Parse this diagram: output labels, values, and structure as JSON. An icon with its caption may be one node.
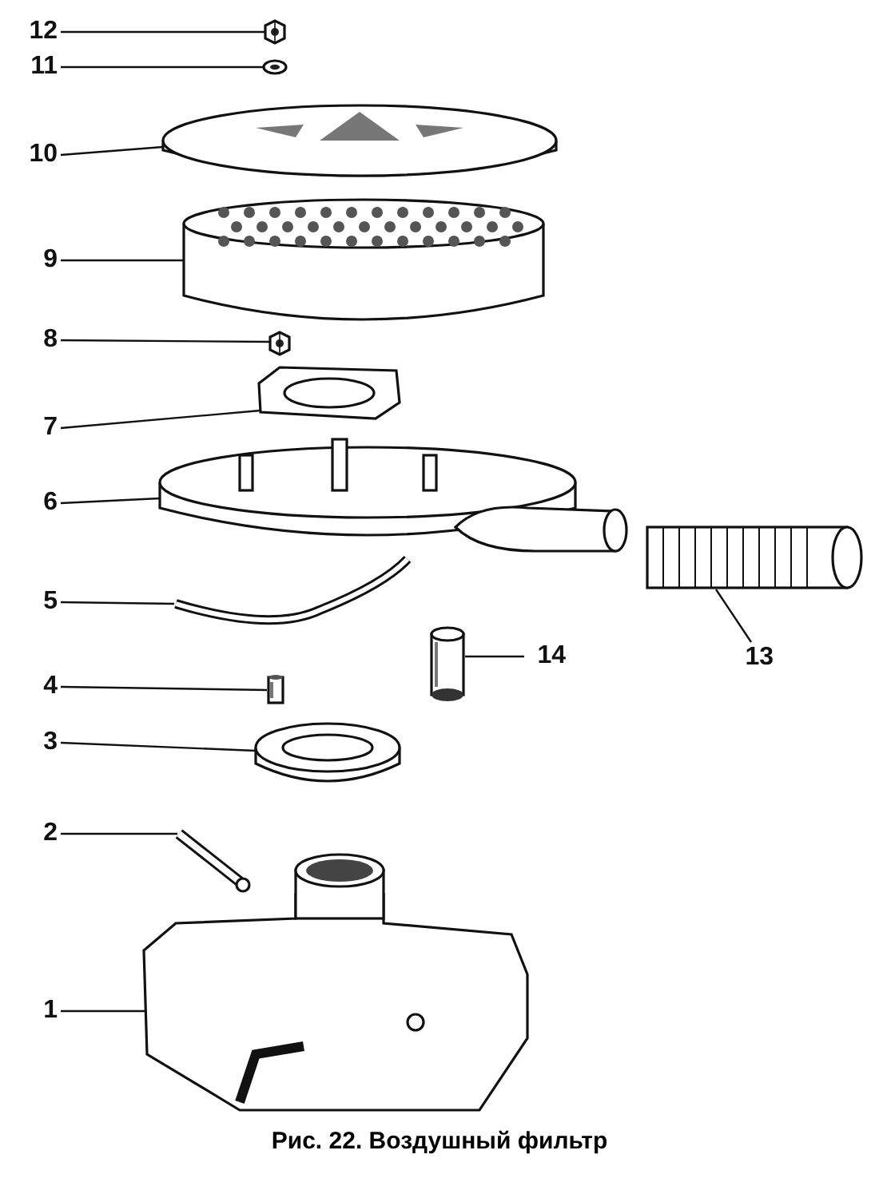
{
  "diagram": {
    "caption": "Рис. 22. Воздушный фильтр",
    "nodes": [
      {
        "text": [
          "12"
        ]
      },
      {
        "text": [],
        "shape": "picture"
      },
      {
        "text": [
          "11"
        ]
      },
      {
        "text": [],
        "shape": "picture"
      },
      {
        "text": [
          "10"
        ]
      },
      {
        "text": [],
        "shape": "picture"
      },
      {
        "text": [
          "9"
        ]
      },
      {
        "text": [],
        "shape": "picture"
      },
      {
        "text": [
          "8"
        ]
      },
      {
        "text": [],
        "shape": "picture"
      },
      {
        "text": [
          "7"
        ]
      },
      {
        "text": [],
        "shape": "picture"
      },
      {
        "text": [
          "6"
        ]
      },
      {
        "text": [],
        "shape": "picture"
      },
      {
        "text": [
          "5"
        ]
      },
      {
        "text": [],
        "shape": "picture"
      },
      {
        "text": [
          "13"
        ]
      },
      {
        "text": [],
        "shape": "picture"
      },
      {
        "text": [
          "14"
        ]
      },
      {
        "text": [],
        "shape": "picture"
      },
      {
        "text": [
          "4"
        ]
      },
      {
        "text": [],
        "shape": "picture"
      },
      {
        "text": [
          "3"
        ]
      },
      {
        "text": [],
        "shape": "picture"
      },
      {
        "text": [
          "2"
        ]
      },
      {
        "text": [],
        "shape": "picture"
      },
      {
        "text": [
          "1"
        ]
      },
      {
        "text": [],
        "shape": "picture"
      }
    ],
    "edges": [
      {
        "from": 0,
        "to": 1,
        "arrow": "none"
      },
      {
        "from": 2,
        "to": 3,
        "arrow": "none"
      },
      {
        "from": 4,
        "to": 5,
        "arrow": "none"
      },
      {
        "from": 6,
        "to": 7,
        "arrow": "none"
      },
      {
        "from": 8,
        "to": 9,
        "arrow": "none"
      },
      {
        "from": 10,
        "to": 11,
        "arrow": "none"
      },
      {
        "from": 12,
        "to": 13,
        "arrow": "none"
      },
      {
        "from": 14,
        "to": 15,
        "arrow": "none"
      },
      {
        "from": 16,
        "to": 17,
        "arrow": "none"
      },
      {
        "from": 18,
        "to": 19,
        "arrow": "none"
      },
      {
        "from": 20,
        "to": 21,
        "arrow": "none"
      },
      {
        "from": 22,
        "to": 23,
        "arrow": "none"
      },
      {
        "from": 24,
        "to": 25,
        "arrow": "none"
      },
      {
        "from": 26,
        "to": 27,
        "arrow": "none"
      }
    ]
  }
}
